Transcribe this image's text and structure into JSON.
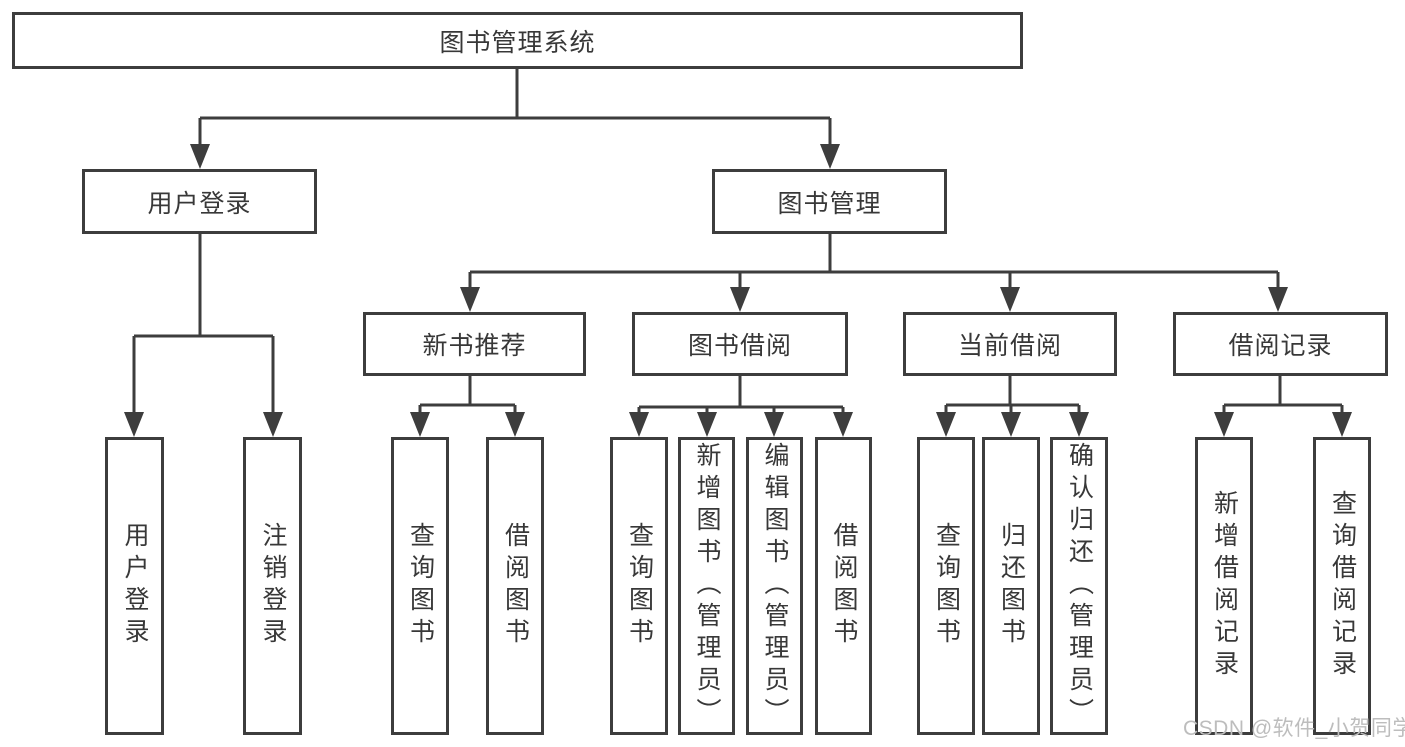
{
  "colors": {
    "line": "#3d3d3d",
    "text": "#383838",
    "background": "#ffffff",
    "watermark": "#bdbdbd"
  },
  "tree": {
    "root": {
      "label": "图书管理系统",
      "children": [
        {
          "label": "用户登录",
          "children": [
            {
              "label": "用户登录"
            },
            {
              "label": "注销登录"
            }
          ]
        },
        {
          "label": "图书管理",
          "children": [
            {
              "label": "新书推荐",
              "children": [
                {
                  "label": "查询图书"
                },
                {
                  "label": "借阅图书"
                }
              ]
            },
            {
              "label": "图书借阅",
              "children": [
                {
                  "label": "查询图书"
                },
                {
                  "label": "新增图书（管理员）"
                },
                {
                  "label": "编辑图书（管理员）"
                },
                {
                  "label": "借阅图书"
                }
              ]
            },
            {
              "label": "当前借阅",
              "children": [
                {
                  "label": "查询图书"
                },
                {
                  "label": "归还图书"
                },
                {
                  "label": "确认归还（管理员）"
                }
              ]
            },
            {
              "label": "借阅记录",
              "children": [
                {
                  "label": "新增借阅记录"
                },
                {
                  "label": "查询借阅记录"
                }
              ]
            }
          ]
        }
      ]
    }
  },
  "watermark": {
    "text": "CSDN @软件_小贺同学"
  }
}
